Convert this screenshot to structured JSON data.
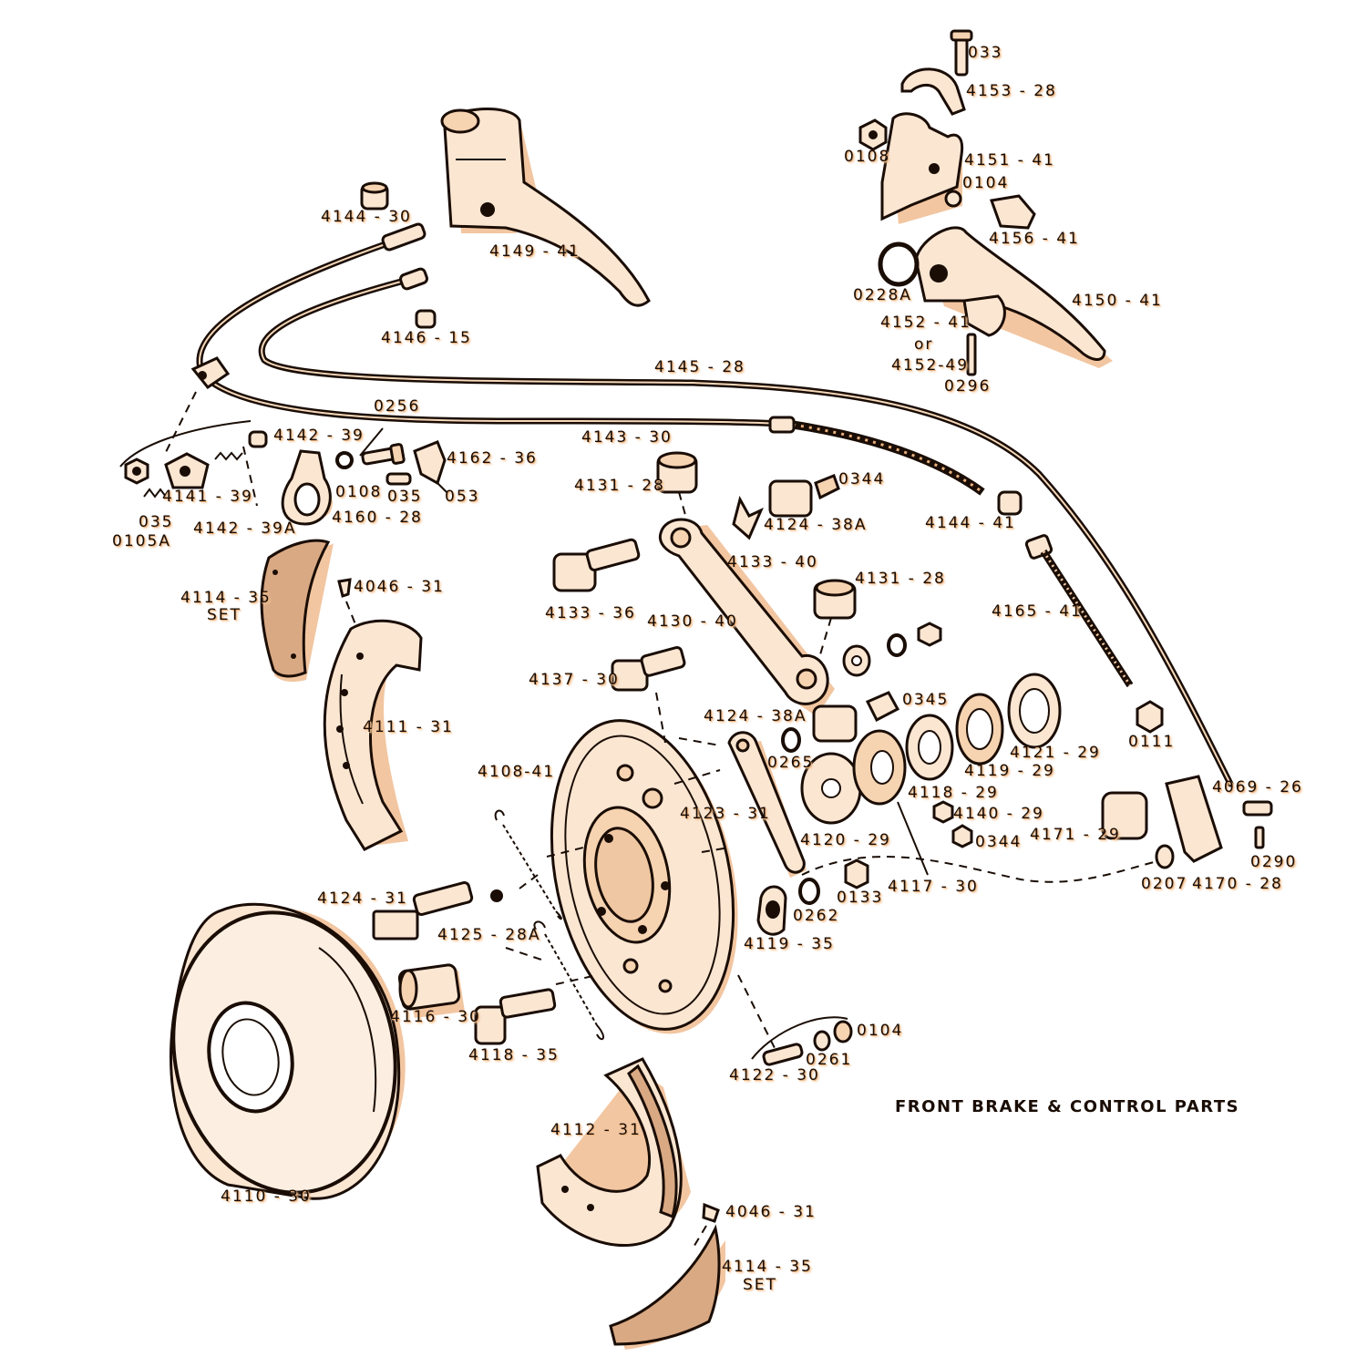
{
  "diagram_title": "FRONT BRAKE & CONTROL PARTS",
  "parts": {
    "p033": "033",
    "p4153_28": "4153 - 28",
    "p0108_top": "0108",
    "p4151_41": "4151 - 41",
    "p0104_top": "0104",
    "p4156_41": "4156 - 41",
    "p0228A": "0228A",
    "p4150_41": "4150 - 41",
    "p4152_41": "4152 - 41",
    "or_word": "or",
    "p4152_49": "4152-49",
    "p0296": "0296",
    "p4144_30": "4144 - 30",
    "p4149_41": "4149 - 41",
    "p4146_15": "4146 - 15",
    "p4145_28": "4145 - 28",
    "p0256": "0256",
    "p4142_39": "4142 - 39",
    "p4162_36": "4162 - 36",
    "p4143_30": "4143 - 30",
    "p0108_mid": "0108",
    "p035_mid": "035",
    "p053": "053",
    "p4141_39": "4141 - 39",
    "p035_left": "035",
    "p0105A": "0105A",
    "p4142_39A": "4142 - 39A",
    "p4160_28": "4160 - 28",
    "p4131_28_a": "4131 - 28",
    "p0344_a": "0344",
    "p4124_38A_a": "4124 - 38A",
    "p4144_41": "4144 - 41",
    "p4133_40": "4133 - 40",
    "p4114_35_top": "4114 - 35",
    "set_top": "SET",
    "p4046_31_top": "4046 - 31",
    "p4133_36": "4133 - 36",
    "p4130_40": "4130 - 40",
    "p4131_28_b": "4131 - 28",
    "p4165_41": "4165 - 41",
    "p4137_30": "4137 - 30",
    "p4111_31": "4111 - 31",
    "p4124_38A_b": "4124 - 38A",
    "p0345": "0345",
    "p0111": "0111",
    "p4121_29": "4121 - 29",
    "p0265": "0265",
    "p4108_41": "4108-41",
    "p4119_29": "4119 - 29",
    "p4118_29": "4118 - 29",
    "p4069_26": "4069 - 26",
    "p4123_31": "4123 - 31",
    "p4140_29": "4140 - 29",
    "p0344_b": "0344",
    "p4171_29": "4171 - 29",
    "p4120_29": "4120 - 29",
    "p0290": "0290",
    "p4117_30": "4117 - 30",
    "p0207": "0207",
    "p4170_28": "4170 - 28",
    "p4124_31": "4124 - 31",
    "p0133": "0133",
    "p0262": "0262",
    "p4125_28A": "4125 - 28A",
    "p4119_35": "4119 - 35",
    "p4116_30": "4116 - 30",
    "p0104_bot": "0104",
    "p4118_35": "4118 - 35",
    "p0261": "0261",
    "p4122_30": "4122 - 30",
    "p4112_31": "4112 - 31",
    "p4110_30": "4110 - 30",
    "p4046_31_bot": "4046 - 31",
    "p4114_35_bot": "4114 - 35",
    "set_bot": "SET"
  }
}
